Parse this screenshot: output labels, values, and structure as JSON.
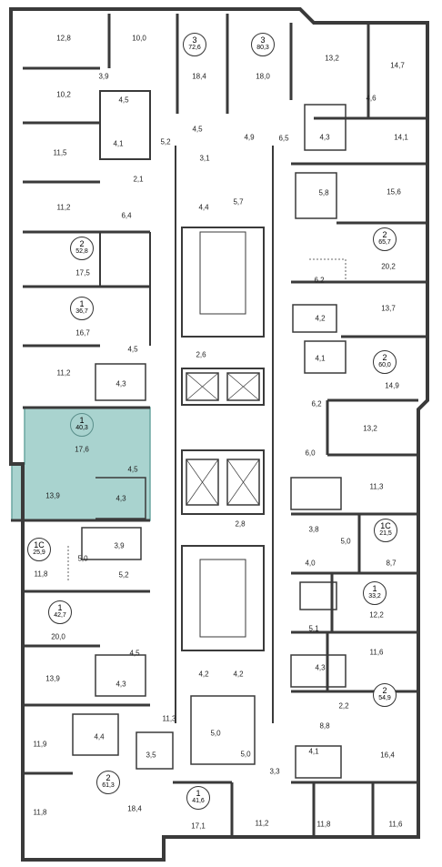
{
  "colors": {
    "wall": "#3a3a3a",
    "selected_fill": "#a9d3cf",
    "selected_stroke": "#6aa6a1"
  },
  "apartments": [
    {
      "id": "a1",
      "label": "3",
      "area": "72,6"
    },
    {
      "id": "a2",
      "label": "3",
      "area": "80,3"
    },
    {
      "id": "a3",
      "label": "2",
      "area": "52,8"
    },
    {
      "id": "a4",
      "label": "2",
      "area": "65,7"
    },
    {
      "id": "a5",
      "label": "1",
      "area": "36,7"
    },
    {
      "id": "a6",
      "label": "2",
      "area": "60,0"
    },
    {
      "id": "a7",
      "label": "1",
      "area": "40,3",
      "selected": true
    },
    {
      "id": "a8",
      "label": "1С",
      "area": "25,9"
    },
    {
      "id": "a9",
      "label": "1С",
      "area": "21,5"
    },
    {
      "id": "a10",
      "label": "1",
      "area": "33,2"
    },
    {
      "id": "a11",
      "label": "1",
      "area": "42,7"
    },
    {
      "id": "a12",
      "label": "2",
      "area": "54,9"
    },
    {
      "id": "a13",
      "label": "2",
      "area": "61,3"
    },
    {
      "id": "a14",
      "label": "1",
      "area": "41,6"
    }
  ],
  "room_areas": [
    "12,8",
    "10,0",
    "13,2",
    "14,7",
    "3,9",
    "18,4",
    "18,0",
    "10,2",
    "4,5",
    "4,6",
    "4,5",
    "4,9",
    "6,5",
    "4,3",
    "14,1",
    "11,5",
    "4,1",
    "5,2",
    "3,1",
    "2,1",
    "5,8",
    "15,6",
    "11,2",
    "6,4",
    "4,4",
    "5,7",
    "20,2",
    "17,5",
    "6,2",
    "4,2",
    "13,7",
    "16,7",
    "4,5",
    "2,6",
    "4,1",
    "11,2",
    "4,3",
    "14,9",
    "6,2",
    "13,2",
    "17,6",
    "6,0",
    "4,5",
    "13,9",
    "4,3",
    "11,3",
    "2,8",
    "3,8",
    "5,0",
    "3,9",
    "5,0",
    "8,7",
    "5,2",
    "4,0",
    "11,8",
    "12,2",
    "20,0",
    "5,1",
    "4,5",
    "11,6",
    "13,9",
    "4,3",
    "4,3",
    "4,2",
    "4,2",
    "2,2",
    "11,3",
    "8,8",
    "4,4",
    "5,0",
    "11,9",
    "3,5",
    "5,0",
    "16,4",
    "4,1",
    "3,3",
    "11,8",
    "18,4",
    "17,1",
    "11,2",
    "11,8",
    "11,6"
  ]
}
